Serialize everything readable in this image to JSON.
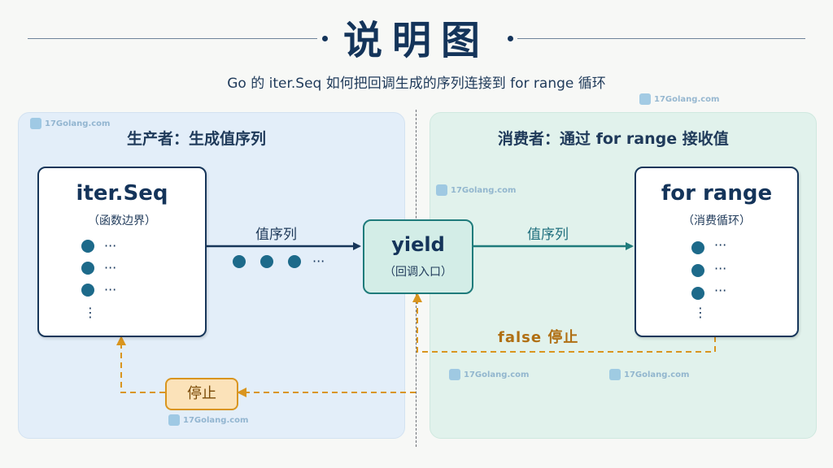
{
  "header": {
    "title": "说明图",
    "subtitle": "Go 的 iter.Seq 如何把回调生成的序列连接到 for range 循环"
  },
  "producer": {
    "panel_title": "生产者：生成值序列",
    "box_title": "iter.Seq",
    "box_subtitle": "（函数边界）",
    "item_ellipsis": "···",
    "more": "⋮"
  },
  "consumer": {
    "panel_title": "消费者：通过 for range 接收值",
    "box_title": "for range",
    "box_subtitle": "（消费循环）",
    "item_ellipsis": "···",
    "more": "⋮"
  },
  "yield": {
    "title": "yield",
    "subtitle": "（回调入口）"
  },
  "flows": {
    "left_label": "值序列",
    "left_ellipsis": "···",
    "right_label": "值序列",
    "false_stop": "false  停止",
    "stop": "停止"
  },
  "watermark": "17Golang.com",
  "colors": {
    "navy": "#14345a",
    "teal": "#1f7b7b",
    "orange": "#d9951f",
    "dot": "#1d6a8a"
  }
}
